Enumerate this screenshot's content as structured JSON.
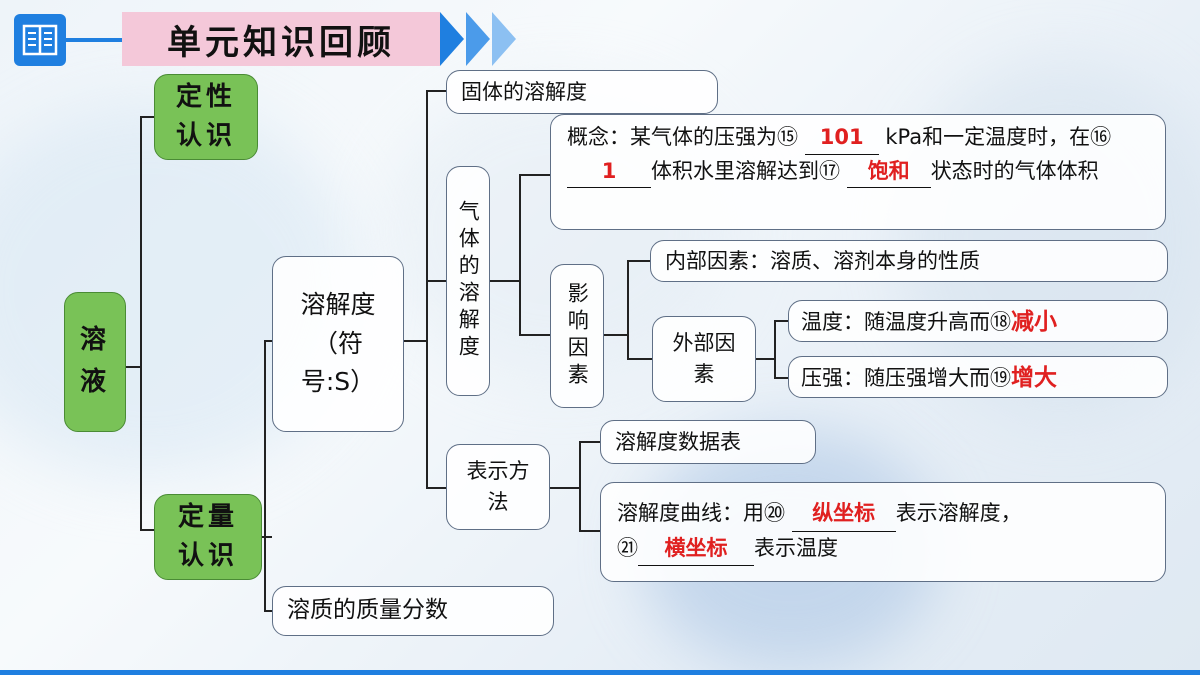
{
  "header": {
    "title": "单元知识回顾"
  },
  "root": "溶液",
  "qualitative": "定性认识",
  "quantitative": "定量认识",
  "solubility": "溶解度（符号:S）",
  "solid_solubility": "固体的溶解度",
  "gas_solubility": "气体的溶解度",
  "concept": {
    "prefix": "概念：某气体的压强为⑮ ",
    "ans15": "101",
    "mid1": " kPa和一定温度时，在⑯ ",
    "ans16": "1",
    "mid2": "体积水里溶解达到⑰ ",
    "ans17": "饱和",
    "suffix": "状态时的气体体积"
  },
  "factors": "影响因素",
  "internal": "内部因素：溶质、溶剂本身的性质",
  "external": "外部因素",
  "temperature": {
    "text": "温度：随温度升高而⑱",
    "ans": "减小"
  },
  "pressure": {
    "text": "压强：随压强增大而⑲",
    "ans": "增大"
  },
  "representation": "表示方法",
  "data_table": "溶解度数据表",
  "curve": {
    "prefix": "溶解度曲线：用⑳ ",
    "ans20": "纵坐标",
    "mid": "表示溶解度，",
    "num21": "㉑",
    "ans21": "横坐标",
    "suffix": "表示温度"
  },
  "mass_fraction": "溶质的质量分数"
}
